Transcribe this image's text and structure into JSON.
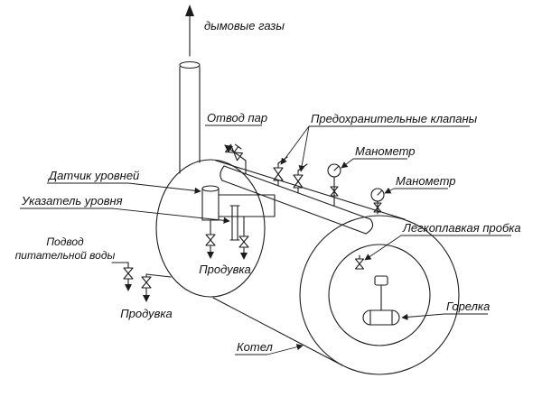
{
  "diagram": {
    "labels": {
      "flue_gases": "дымовые газы",
      "steam_outlet": "Отвод пар",
      "safety_valves": "Предохранительные клапаны",
      "manometer_1": "Манометр",
      "manometer_2": "Манометр",
      "level_sensor": "Датчик уровней",
      "level_indicator": "Указатель уровня",
      "feed_water_line1": "Подвод",
      "feed_water_line2": "питательной воды",
      "blowdown_center": "Продувка",
      "blowdown_left": "Продувка",
      "fusible_plug": "Легкоплавкая пробка",
      "burner": "Горелка",
      "boiler": "Котел"
    },
    "colors": {
      "background": "#ffffff",
      "line": "#1c1c1c"
    }
  }
}
